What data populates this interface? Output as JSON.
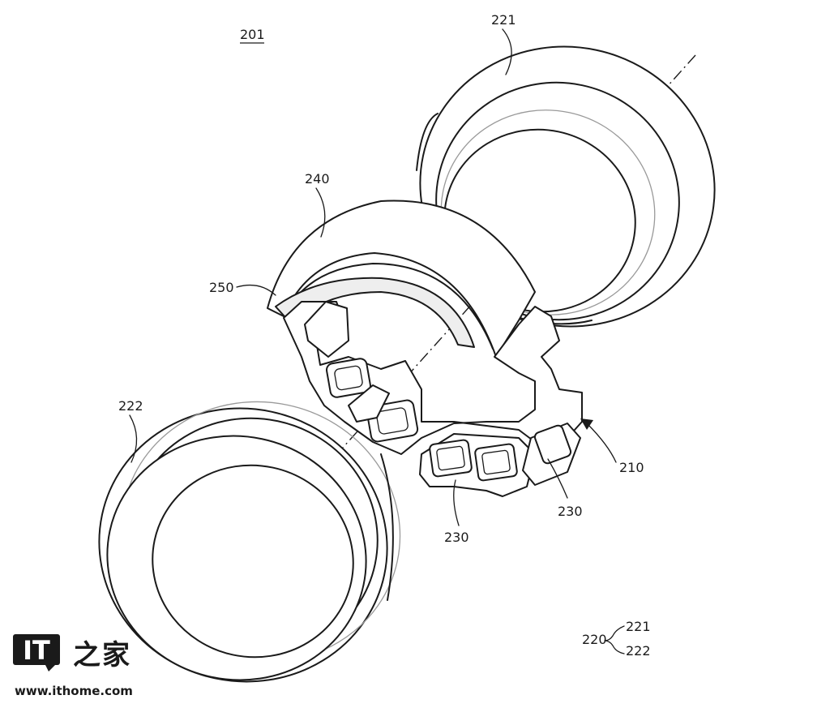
{
  "labels": {
    "assembly": "201",
    "outer_ring_top": "221",
    "outer_ring_bottom": "222",
    "cover": "240",
    "layer": "250",
    "inner_module": "210",
    "sensor_a": "230",
    "sensor_b": "230",
    "group": "220",
    "group_item_1": "221",
    "group_item_2": "222"
  },
  "watermark": {
    "logo_mark": "IT",
    "logo_text": "之家",
    "url": "www.ithome.com",
    "color": "#1a1a1a"
  }
}
